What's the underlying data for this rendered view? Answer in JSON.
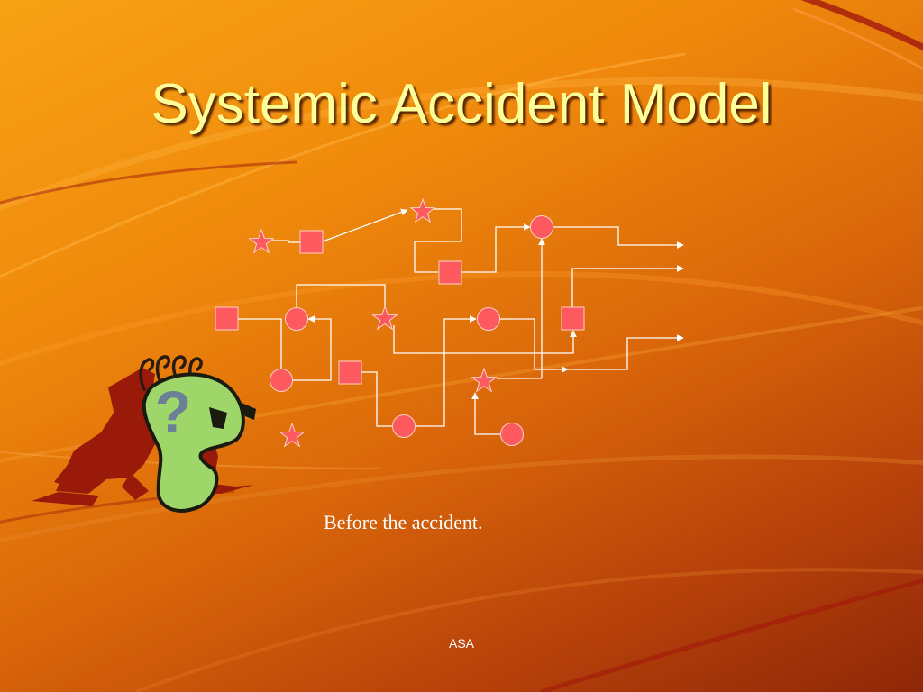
{
  "slide": {
    "title": "Systemic Accident Model",
    "caption": "Before the accident.",
    "footer": "ASA"
  },
  "figure": {
    "badge_symbol": "?",
    "icon": "question-mark-head-icon"
  },
  "colors": {
    "node_fill": "#ff5a5f",
    "node_stroke": "#ffd0c8",
    "connector": "#ffffff",
    "title": "#ffff99",
    "head_fill": "#9ed66a",
    "sprinter": "#9a1a0a"
  }
}
